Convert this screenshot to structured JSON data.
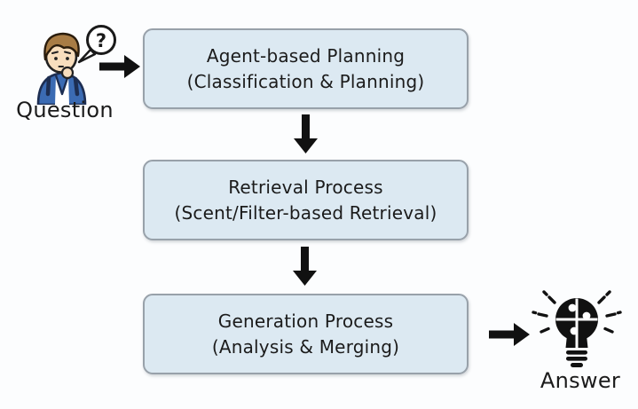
{
  "diagram_title": "Question-to-Answer RAG pipeline flowchart",
  "colors": {
    "bg": "#fcfdfe",
    "box_fill": "#dce9f2",
    "box_border": "#98a1aa",
    "arrow": "#111111",
    "text": "#1b1b1b"
  },
  "question": {
    "label": "Question",
    "bubble_symbol": "?"
  },
  "boxes": [
    {
      "title": "Agent-based Planning",
      "subtitle": "(Classification & Planning)"
    },
    {
      "title": "Retrieval Process",
      "subtitle": "(Scent/Filter-based Retrieval)"
    },
    {
      "title": "Generation Process",
      "subtitle": "(Analysis & Merging)"
    }
  ],
  "answer": {
    "label": "Answer"
  }
}
